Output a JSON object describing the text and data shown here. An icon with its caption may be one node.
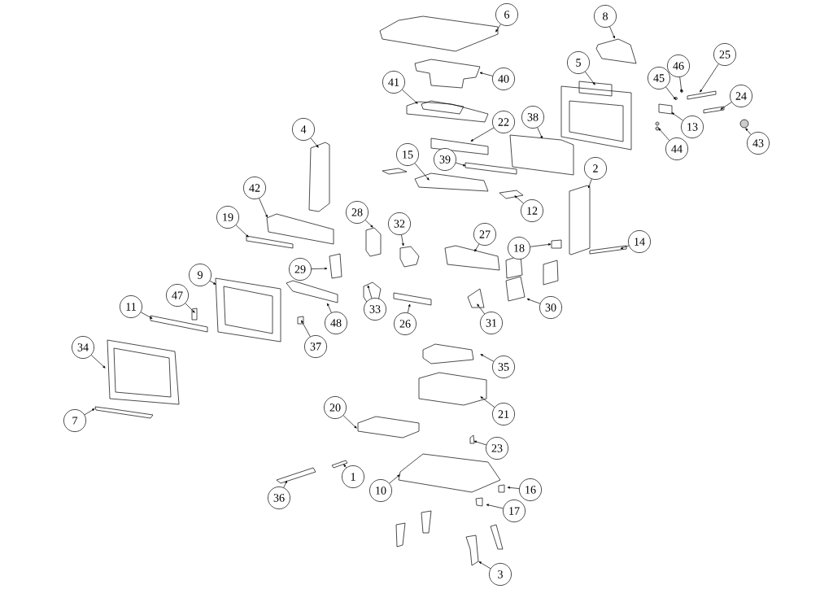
{
  "diagram": {
    "nodes": [
      {
        "text": [
          "6"
        ]
      },
      {
        "text": [
          "8"
        ]
      },
      {
        "text": [
          "25"
        ]
      },
      {
        "text": [
          "5"
        ]
      },
      {
        "text": [
          "46"
        ]
      },
      {
        "text": [
          "45"
        ]
      },
      {
        "text": [
          "40"
        ]
      },
      {
        "text": [
          "41"
        ]
      },
      {
        "text": [
          "24"
        ]
      },
      {
        "text": [
          "38"
        ]
      },
      {
        "text": [
          "22"
        ]
      },
      {
        "text": [
          "13"
        ]
      },
      {
        "text": [
          "4"
        ]
      },
      {
        "text": [
          "43"
        ]
      },
      {
        "text": [
          "44"
        ]
      },
      {
        "text": [
          "15"
        ]
      },
      {
        "text": [
          "39"
        ]
      },
      {
        "text": [
          "2"
        ]
      },
      {
        "text": [
          "42"
        ]
      },
      {
        "text": [
          "12"
        ]
      },
      {
        "text": [
          "28"
        ]
      },
      {
        "text": [
          "19"
        ]
      },
      {
        "text": [
          "32"
        ]
      },
      {
        "text": [
          "27"
        ]
      },
      {
        "text": [
          "14"
        ]
      },
      {
        "text": [
          "18"
        ]
      },
      {
        "text": [
          "29"
        ]
      },
      {
        "text": [
          "9"
        ]
      },
      {
        "text": [
          "47"
        ]
      },
      {
        "text": [
          "11"
        ]
      },
      {
        "text": [
          "30"
        ]
      },
      {
        "text": [
          "33"
        ]
      },
      {
        "text": [
          "31"
        ]
      },
      {
        "text": [
          "48"
        ]
      },
      {
        "text": [
          "26"
        ]
      },
      {
        "text": [
          "37"
        ]
      },
      {
        "text": [
          "34"
        ]
      },
      {
        "text": [
          "35"
        ]
      },
      {
        "text": [
          "20"
        ]
      },
      {
        "text": [
          "21"
        ]
      },
      {
        "text": [
          "7"
        ]
      },
      {
        "text": [
          "23"
        ]
      },
      {
        "text": [
          "1"
        ]
      },
      {
        "text": [
          "16"
        ]
      },
      {
        "text": [
          "10"
        ]
      },
      {
        "text": [
          "36"
        ]
      },
      {
        "text": [
          "17"
        ]
      },
      {
        "text": [
          "3"
        ]
      }
    ],
    "edges": [
      {
        "from": 0,
        "to": null,
        "arrow": "to"
      },
      {
        "from": 1,
        "to": null,
        "arrow": "to"
      },
      {
        "from": 2,
        "to": null,
        "arrow": "to"
      },
      {
        "from": 3,
        "to": null,
        "arrow": "to"
      },
      {
        "from": 4,
        "to": null,
        "arrow": "to"
      },
      {
        "from": 5,
        "to": null,
        "arrow": "to"
      },
      {
        "from": 6,
        "to": null,
        "arrow": "to"
      },
      {
        "from": 7,
        "to": null,
        "arrow": "to"
      },
      {
        "from": 8,
        "to": null,
        "arrow": "to"
      },
      {
        "from": 9,
        "to": null,
        "arrow": "to"
      },
      {
        "from": 10,
        "to": null,
        "arrow": "to"
      },
      {
        "from": 11,
        "to": null,
        "arrow": "to"
      },
      {
        "from": 12,
        "to": null,
        "arrow": "to"
      },
      {
        "from": 13,
        "to": null,
        "arrow": "to"
      },
      {
        "from": 14,
        "to": null,
        "arrow": "to"
      },
      {
        "from": 15,
        "to": null,
        "arrow": "to"
      },
      {
        "from": 16,
        "to": null,
        "arrow": "to"
      },
      {
        "from": 17,
        "to": null,
        "arrow": "to"
      },
      {
        "from": 18,
        "to": null,
        "arrow": "to"
      },
      {
        "from": 19,
        "to": null,
        "arrow": "to"
      },
      {
        "from": 20,
        "to": null,
        "arrow": "to"
      },
      {
        "from": 21,
        "to": null,
        "arrow": "to"
      },
      {
        "from": 22,
        "to": null,
        "arrow": "to"
      },
      {
        "from": 23,
        "to": null,
        "arrow": "to"
      },
      {
        "from": 24,
        "to": null,
        "arrow": "to"
      },
      {
        "from": 25,
        "to": null,
        "arrow": "to"
      },
      {
        "from": 26,
        "to": null,
        "arrow": "to"
      },
      {
        "from": 27,
        "to": null,
        "arrow": "to"
      },
      {
        "from": 28,
        "to": null,
        "arrow": "to"
      },
      {
        "from": 29,
        "to": null,
        "arrow": "to"
      },
      {
        "from": 30,
        "to": null,
        "arrow": "to"
      },
      {
        "from": 31,
        "to": null,
        "arrow": "to"
      },
      {
        "from": 32,
        "to": null,
        "arrow": "to"
      },
      {
        "from": 33,
        "to": null,
        "arrow": "to"
      },
      {
        "from": 34,
        "to": null,
        "arrow": "to"
      },
      {
        "from": 35,
        "to": null,
        "arrow": "to"
      },
      {
        "from": 36,
        "to": null,
        "arrow": "to"
      },
      {
        "from": 37,
        "to": null,
        "arrow": "to"
      },
      {
        "from": 38,
        "to": null,
        "arrow": "to"
      },
      {
        "from": 39,
        "to": null,
        "arrow": "to"
      },
      {
        "from": 40,
        "to": null,
        "arrow": "to"
      },
      {
        "from": 41,
        "to": null,
        "arrow": "to"
      },
      {
        "from": 42,
        "to": null,
        "arrow": "to"
      },
      {
        "from": 43,
        "to": null,
        "arrow": "to"
      },
      {
        "from": 44,
        "to": null,
        "arrow": "to"
      },
      {
        "from": 45,
        "to": null,
        "arrow": "to"
      },
      {
        "from": 46,
        "to": null,
        "arrow": "to"
      },
      {
        "from": 47,
        "to": null,
        "arrow": "to"
      }
    ]
  }
}
